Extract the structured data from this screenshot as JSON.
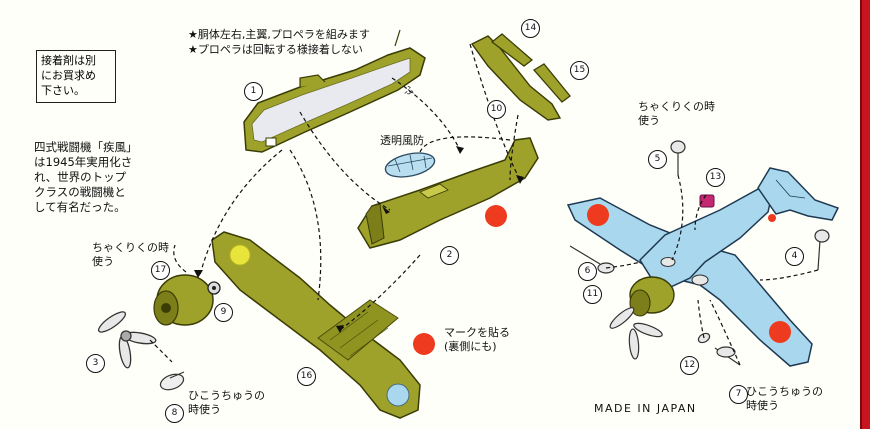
{
  "notes": {
    "assembly_1": "★胴体左右,主翼,プロペラを組みます",
    "assembly_2": "★プロペラは回転する様接着しない",
    "glue": "接着剤は別\nにお買求め\n下さい。",
    "history": "四式戦闘機「疾風」\nは1945年実用化さ\nれ、世界のトップ\nクラスの戦闘機と\nして有名だった。",
    "canopy": "透明風防",
    "chakuriku_left": "ちゃくりくの時\n使う",
    "chakuriku_right": "ちゃくりくの時\n使う",
    "hikouchuu_left": "ひこうちゅうの\n時使う",
    "hikouchuu_right": "ひこうちゅうの\n時使う",
    "marking": "マークを貼る\n(裏側にも)",
    "made_in": "MADE IN JAPAN"
  },
  "part_numbers": [
    "1",
    "2",
    "3",
    "4",
    "5",
    "6",
    "7",
    "8",
    "9",
    "10",
    "11",
    "12",
    "13",
    "14",
    "15",
    "16",
    "17"
  ],
  "colors": {
    "olive": "#9ea22a",
    "olive_dark": "#5c5e0e",
    "sky_blue": "#a9d8ee",
    "hinomaru_red": "#ee3a1e",
    "marking_yellow": "#e9e43a",
    "border_red": "#c8141e"
  },
  "icons": [
    "propeller-icon",
    "spinner-icon",
    "landing-gear-icon",
    "star-icon"
  ]
}
